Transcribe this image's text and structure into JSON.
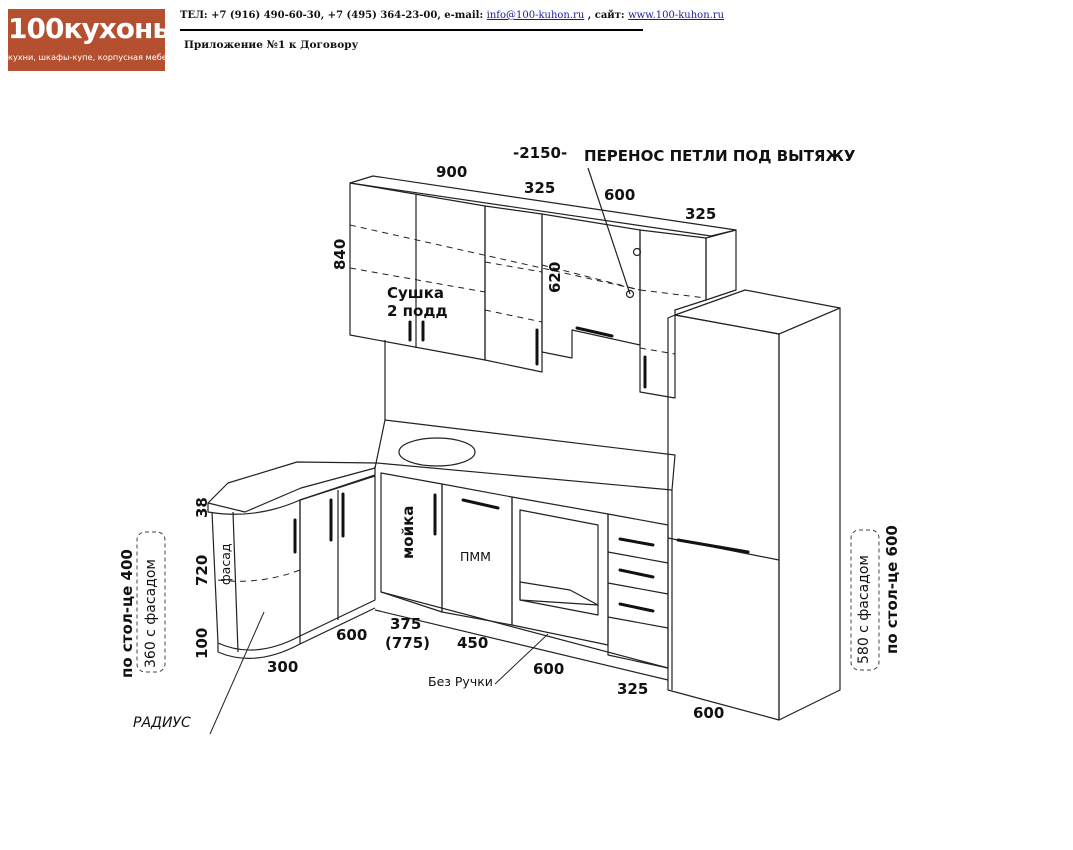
{
  "header": {
    "logo_text": "100кухонь",
    "logo_tagline": "кухни, шкафы-купе, корпусная мебель",
    "contact_prefix": "ТЕЛ: +7 (916) 490-60-30, +7 (495) 364-23-00, e-mail:",
    "email": "info@100-kuhon.ru",
    "site_prefix": ", сайт:",
    "site": "www.100-kuhon.ru",
    "appendix": "Приложение №1 к Договору"
  },
  "dimensions": {
    "total_width": "-2150-",
    "upper_900": "900",
    "upper_325_left": "325",
    "upper_600": "600",
    "upper_325_right": "325",
    "upper_height": "840",
    "hood_height": "620",
    "counter_thickness": "38",
    "base_height": "720",
    "plinth": "100",
    "radius_depth": "300",
    "corner_600": "600",
    "sink_width": "375",
    "sink_width_alt": "(775)",
    "dishwasher_width": "450",
    "oven_width": "600",
    "drawers_width": "325",
    "fridge_width": "600"
  },
  "labels": {
    "hood_note": "ПЕРЕНОС ПЕТЛИ ПОД ВЫТЯЖУ",
    "dryer_line1": "Сушка",
    "dryer_line2": "2 подд",
    "sink": "мойка",
    "dishwasher": "ПММ",
    "facade": "фасад",
    "no_handle": "Без Ручки",
    "radius": "РАДИУС"
  },
  "depth_notes": {
    "left_primary": "по стол-це 400",
    "left_secondary": "360 с фасадом",
    "right_primary": "580 с фасадом",
    "right_secondary": "по стол-це 600"
  }
}
